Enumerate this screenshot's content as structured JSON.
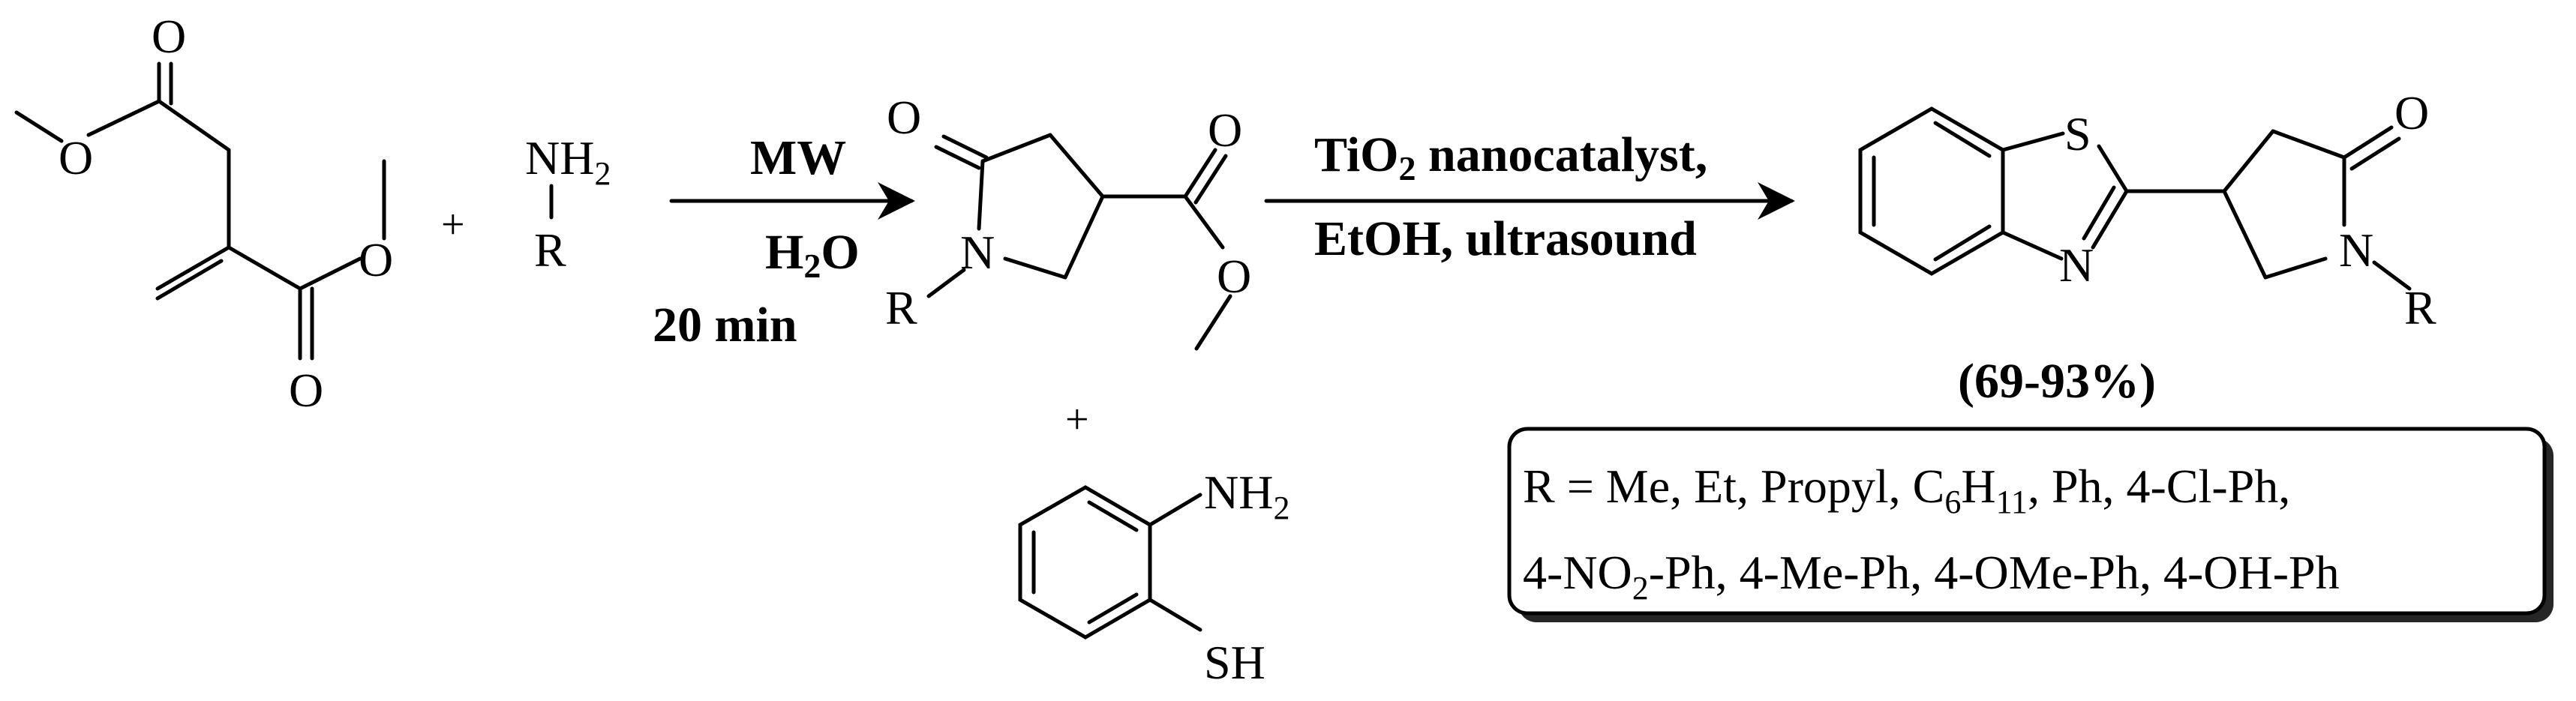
{
  "reactant1": {
    "atoms": {
      "o_top": "O",
      "o_ester1": "O",
      "o_ester2": "O",
      "o_bottom": "O"
    }
  },
  "plus1": "+",
  "amine": {
    "nh": "NH",
    "sub": "2",
    "r": "R"
  },
  "arrow1": {
    "line1": "MW",
    "line2_main": "H",
    "line2_sub": "2",
    "line2_end": "O",
    "line3": "20 min"
  },
  "intermediate": {
    "atoms": {
      "o_ketone": "O",
      "n": "N",
      "r": "R",
      "o_ester_double": "O",
      "o_ester_single": "O"
    }
  },
  "plus2": "+",
  "aminothiophenol": {
    "nh": "NH",
    "sub": "2",
    "sh": "SH"
  },
  "arrow2": {
    "line1_a": "TiO",
    "line1_sub": "2",
    "line1_b": " nanocatalyst,",
    "line2": "EtOH, ultrasound"
  },
  "product": {
    "atoms": {
      "s": "S",
      "n_thiazole": "N",
      "o": "O",
      "n_lactam": "N",
      "r": "R"
    },
    "yield": "(69-93%)"
  },
  "substituents": {
    "line1_a": "R = Me, Et, Propyl, C",
    "line1_sub1": "6",
    "line1_b": "H",
    "line1_sub2": "11",
    "line1_c": ", Ph, 4-Cl-Ph,",
    "line2_a": "4-NO",
    "line2_sub": "2",
    "line2_b": "-Ph, 4-Me-Ph, 4-OMe-Ph, 4-OH-Ph"
  }
}
